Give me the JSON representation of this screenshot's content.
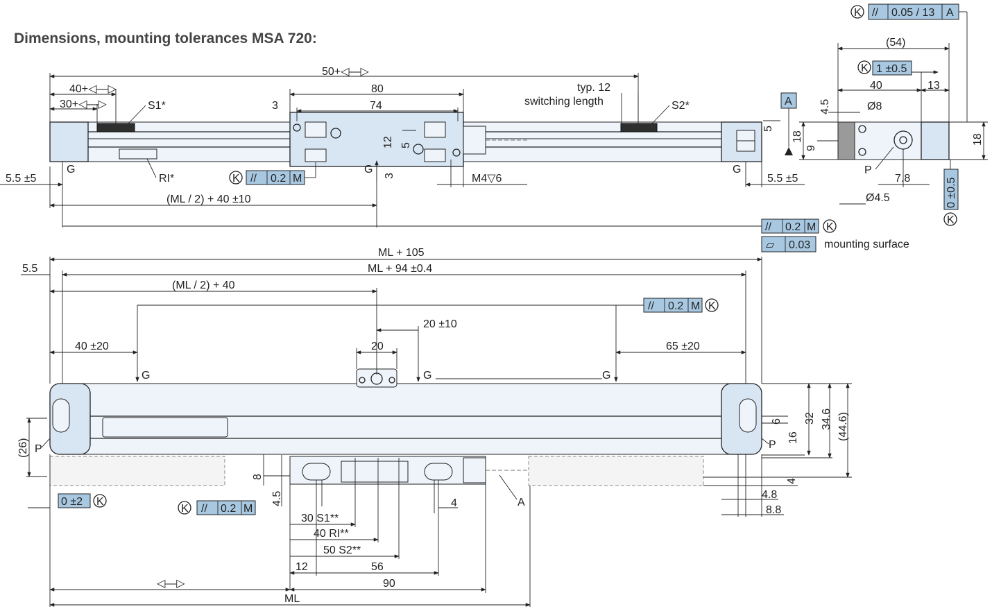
{
  "title": "Dimensions, mounting tolerances MSA 720:",
  "tol_K": "K",
  "tol_par": "//",
  "tol_flat": "▱",
  "tol_A": "A",
  "tol_M": "M",
  "top": {
    "d50": "50+◁—▷",
    "d40": "40+◁—▷",
    "d30": "30+◁—▷",
    "d80": "80",
    "d74": "74",
    "d3a": "3",
    "d3b": "3",
    "d5a": "5",
    "d12": "12",
    "d5b": "5",
    "typ12": "typ. 12",
    "switching": "switching length",
    "s1": "S1*",
    "s2": "S2*",
    "ri": "RI*",
    "g": "G",
    "d55l": "5.5 ±5",
    "d55r": "5.5 ±5",
    "ml2": "(ML / 2) + 40 ±10",
    "m4": "M4▽6",
    "tol02": "0.2",
    "frame02": "0.2",
    "frame003": "0.03",
    "mounting_surface": "mounting surface"
  },
  "side": {
    "tol005": "0.05 / 13",
    "d54": "(54)",
    "tol1": "1 ±0.5",
    "d40": "40",
    "d13": "13",
    "d45": "4.5",
    "d8": "Ø8",
    "d18a": "18",
    "d9": "9",
    "d18b": "18",
    "d5": "5",
    "p": "P",
    "d78": "7.8",
    "d45b": "Ø4.5",
    "d05": "0 ±0.5"
  },
  "bottom": {
    "ml105": "ML + 105",
    "ml94": "ML + 94 ±0.4",
    "d55": "5.5",
    "ml2": "(ML / 2) + 40",
    "tol02a": "0.2",
    "d2010": "20 ±10",
    "d20": "20",
    "d4020": "40 ±20",
    "d6520": "65 ±20",
    "g": "G",
    "d26": "(26)",
    "p": "P",
    "d6": "6",
    "d16": "16",
    "d32": "32",
    "d346": "34.6",
    "d446": "(44.6)",
    "d8": "8",
    "d45": "4.5",
    "d4a": "4",
    "d4b": "4",
    "d48": "4.8",
    "d88": "8.8",
    "tol02": "±2",
    "tol0": "0 ±2",
    "tol02b": "0.2",
    "s1": "30 S1**",
    "ri": "40 RI**",
    "s2": "50 S2**",
    "d12": "12",
    "d56": "56",
    "d90": "90",
    "ml": "ML",
    "arrow": "◁—▷",
    "a": "A"
  }
}
